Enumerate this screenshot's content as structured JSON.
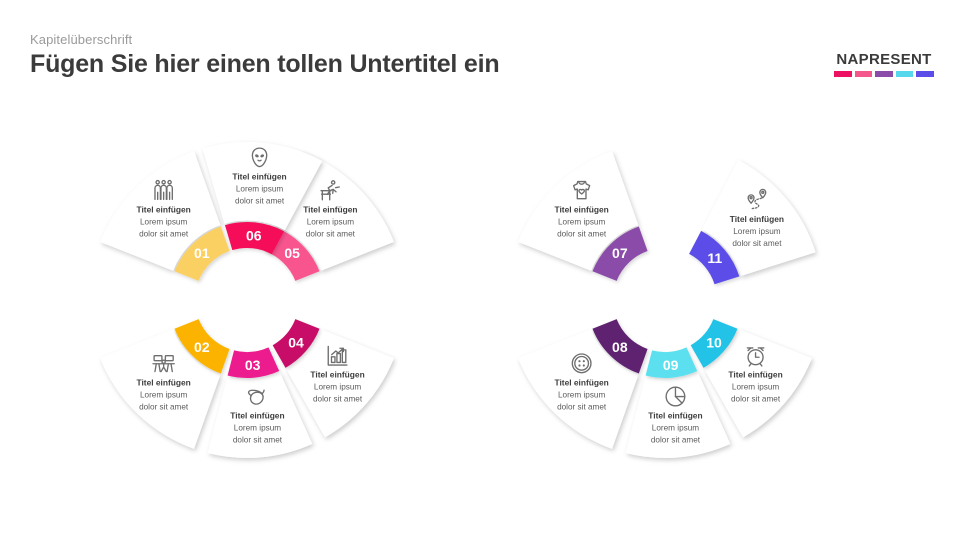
{
  "header": {
    "kicker": "Kapitelüberschrift",
    "title": "Fügen Sie hier einen tollen Untertitel ein"
  },
  "logo": {
    "word": "NAPRESENT",
    "bars": [
      "#ED1164",
      "#F4578C",
      "#8B4BA8",
      "#56D7EC",
      "#5B4EE8"
    ]
  },
  "diagram": {
    "type": "infographic-double-donut",
    "segment_count": 11,
    "segments": [
      {
        "number": "01",
        "color": "#FBD063",
        "icon": "three-people-icon",
        "title": "Titel einfügen",
        "line1": "Lorem ipsum",
        "line2": "dolor sit amet"
      },
      {
        "number": "02",
        "color": "#FBB304",
        "icon": "classroom-desks-icon",
        "title": "Titel einfügen",
        "line1": "Lorem ipsum",
        "line2": "dolor sit amet"
      },
      {
        "number": "03",
        "color": "#ED1A8E",
        "icon": "acorn-icon",
        "title": "Titel einfügen",
        "line1": "Lorem ipsum",
        "line2": "dolor sit amet"
      },
      {
        "number": "04",
        "color": "#C70C67",
        "icon": "bar-chart-growth-icon",
        "title": "Titel einfügen",
        "line1": "Lorem ipsum",
        "line2": "dolor sit amet"
      },
      {
        "number": "05",
        "color": "#F8558F",
        "icon": "hurdle-runner-icon",
        "title": "Titel einfügen",
        "line1": "Lorem ipsum",
        "line2": "dolor sit amet"
      },
      {
        "number": "06",
        "color": "#F5105A",
        "icon": "alien-head-icon",
        "title": "Titel einfügen",
        "line1": "Lorem ipsum",
        "line2": "dolor sit amet"
      },
      {
        "number": "07",
        "color": "#8B4BA8",
        "icon": "baby-onesie-icon",
        "title": "Titel einfügen",
        "line1": "Lorem ipsum",
        "line2": "dolor sit amet"
      },
      {
        "number": "08",
        "color": "#5E2470",
        "icon": "button-sewing-icon",
        "title": "Titel einfügen",
        "line1": "Lorem ipsum",
        "line2": "dolor sit amet"
      },
      {
        "number": "09",
        "color": "#5BE0EF",
        "icon": "pie-chart-icon",
        "title": "Titel einfügen",
        "line1": "Lorem ipsum",
        "line2": "dolor sit amet"
      },
      {
        "number": "10",
        "color": "#22C3E6",
        "icon": "alarm-clock-icon",
        "title": "Titel einfügen",
        "line1": "Lorem ipsum",
        "line2": "dolor sit amet"
      },
      {
        "number": "11",
        "color": "#5B4EE8",
        "icon": "route-map-pin-icon",
        "title": "Titel einfügen",
        "line1": "Lorem ipsum",
        "line2": "dolor sit amet"
      }
    ]
  }
}
